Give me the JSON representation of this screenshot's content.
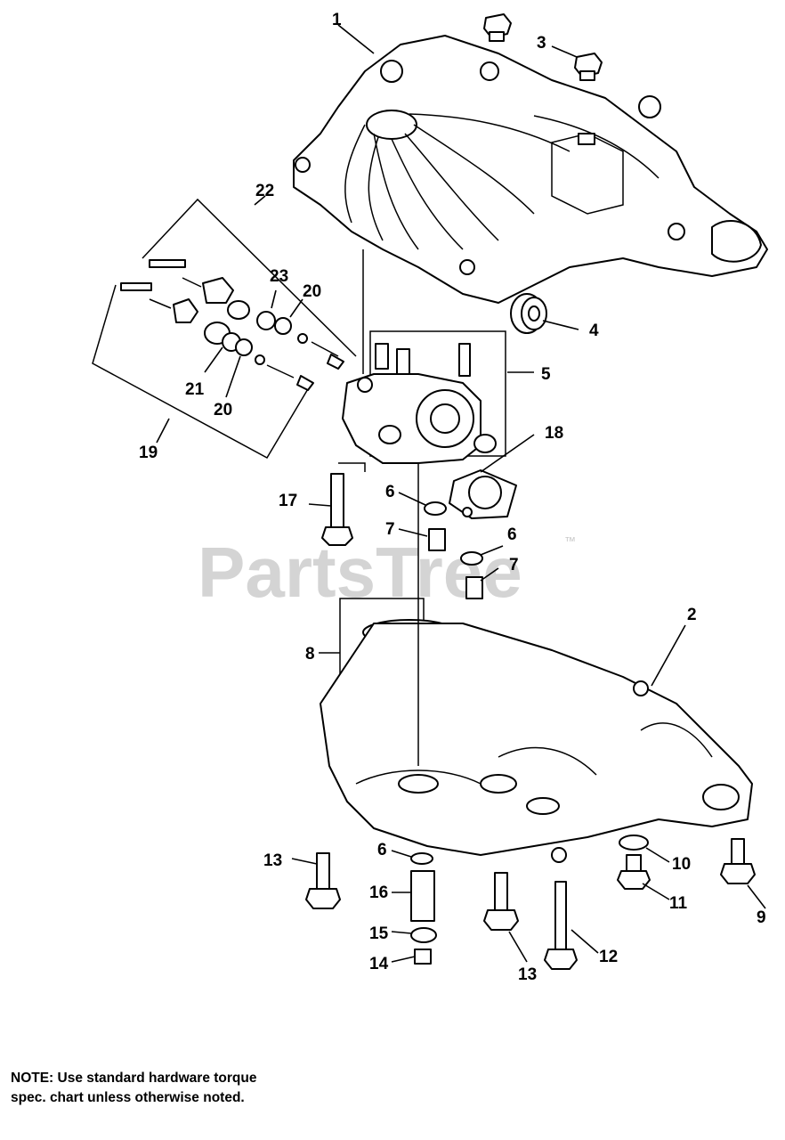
{
  "watermark": {
    "text": "PartsTree",
    "trademark": "™"
  },
  "callouts": {
    "c1": "1",
    "c2": "2",
    "c3": "3",
    "c4": "4",
    "c5": "5",
    "c6a": "6",
    "c6b": "6",
    "c6c": "6",
    "c7a": "7",
    "c7b": "7",
    "c8": "8",
    "c9": "9",
    "c10": "10",
    "c11": "11",
    "c12": "12",
    "c13a": "13",
    "c13b": "13",
    "c14": "14",
    "c15": "15",
    "c16": "16",
    "c17": "17",
    "c18": "18",
    "c19": "19",
    "c20a": "20",
    "c20b": "20",
    "c21": "21",
    "c22": "22",
    "c23": "23"
  },
  "note": {
    "label": "NOTE:",
    "text": "Use standard hardware torque spec. chart unless otherwise noted."
  }
}
